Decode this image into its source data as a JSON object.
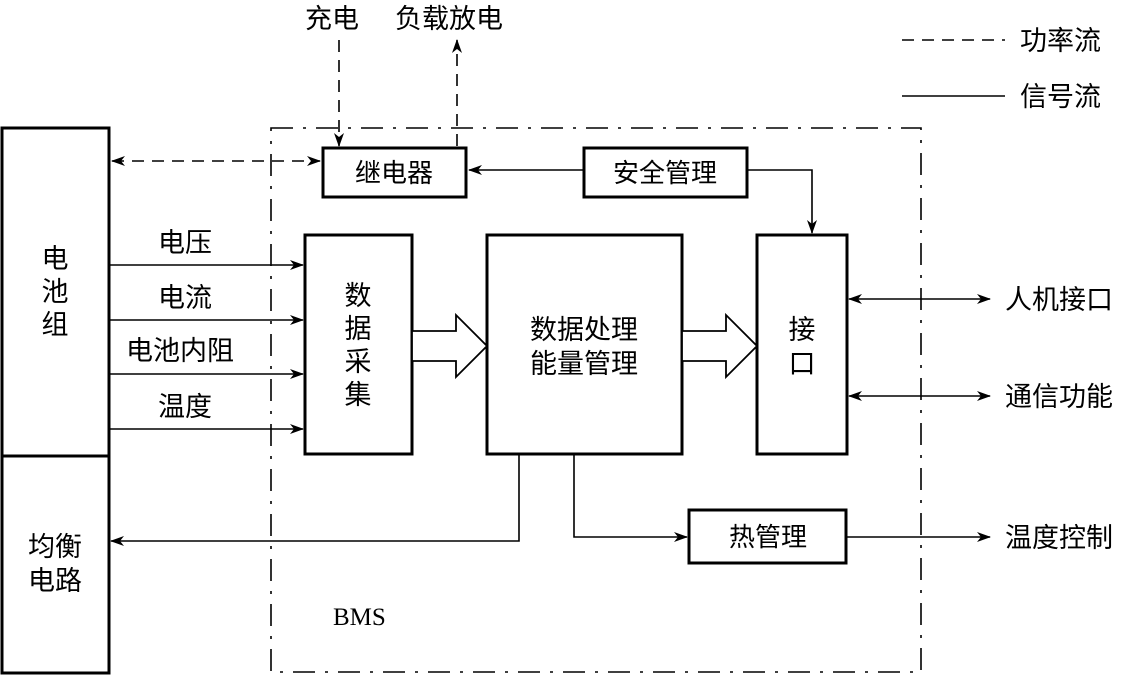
{
  "legend": {
    "power_flow": "功率流",
    "signal_flow": "信号流"
  },
  "top": {
    "charge": "充电",
    "load_discharge": "负载放电"
  },
  "blocks": {
    "battery_pack": [
      "电",
      "池",
      "组"
    ],
    "balance_circuit": [
      "均衡",
      "电路"
    ],
    "relay": "继电器",
    "safety_mgmt": "安全管理",
    "data_acq": [
      "数",
      "据",
      "采",
      "集"
    ],
    "processing": [
      "数据处理",
      "能量管理"
    ],
    "interface": [
      "接",
      "口"
    ],
    "thermal_mgmt": "热管理",
    "bms": "BMS"
  },
  "signals": {
    "voltage": "电压",
    "current": "电流",
    "internal_resistance": "电池内阻",
    "temperature": "温度"
  },
  "outputs": {
    "hmi": "人机接口",
    "comm": "通信功能",
    "temp_control": "温度控制"
  }
}
